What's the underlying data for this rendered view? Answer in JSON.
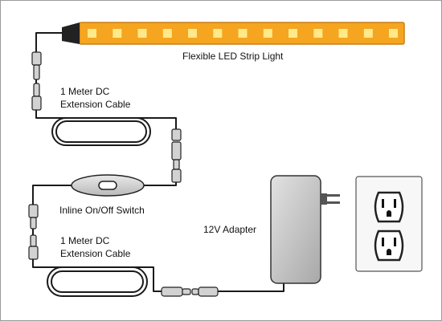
{
  "labels": {
    "led_strip": "Flexible LED Strip Light",
    "cable1_line1": "1 Meter DC",
    "cable1_line2": "Extension Cable",
    "switch": "Inline On/Off Switch",
    "adapter": "12V Adapter",
    "cable2_line1": "1 Meter DC",
    "cable2_line2": "Extension Cable"
  },
  "led_strip": {
    "led_count": 13
  },
  "outlet": {
    "receptacles": 2
  },
  "colors": {
    "strip_body": "#f5a51f",
    "strip_edge": "#c9801a",
    "led_chip": "#ffe98a",
    "endcap": "#222222",
    "adapter_body": "#c8c8c8",
    "connector": "#d2d2d2",
    "wire": "#1a1a1a",
    "outlet_plate": "#f7f7f7"
  }
}
